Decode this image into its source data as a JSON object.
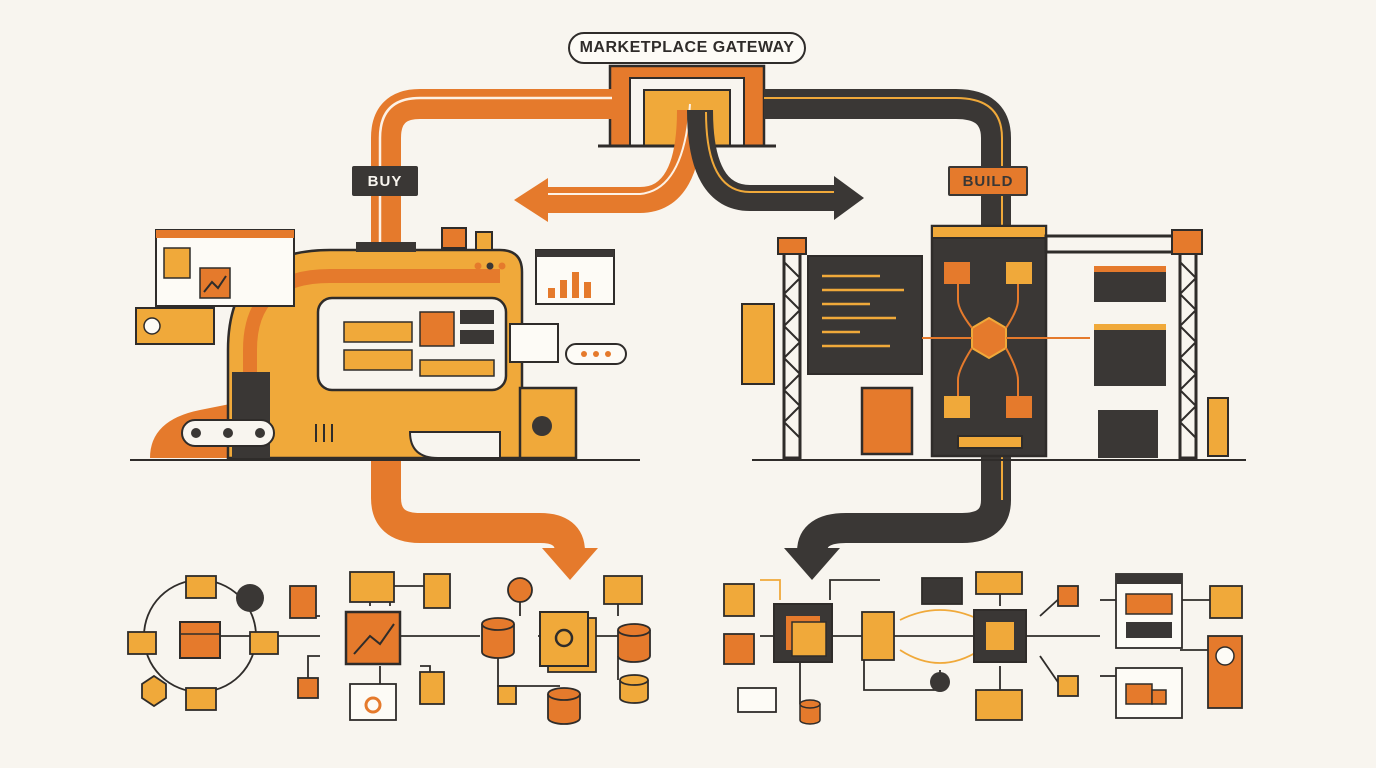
{
  "gateway": {
    "label": "MARKETPLACE GATEWAY"
  },
  "paths": {
    "buy_label": "BUY",
    "build_label": "BUILD"
  },
  "colors": {
    "orange": "#e57a2c",
    "amber": "#f0a93a",
    "dark": "#3a3735",
    "cream": "#f8f5ef",
    "line": "#2f2c2a"
  },
  "buy_network": {
    "icons": [
      "folder-icon",
      "package-box-icon",
      "document-icon",
      "chip-icon",
      "gear-icon",
      "database-icon",
      "hexagon-icon"
    ]
  },
  "build_network": {
    "icons": [
      "chip-icon",
      "folder-icon",
      "document-icon",
      "database-icon",
      "window-icon",
      "delivery-truck-icon",
      "gear-icon"
    ]
  }
}
